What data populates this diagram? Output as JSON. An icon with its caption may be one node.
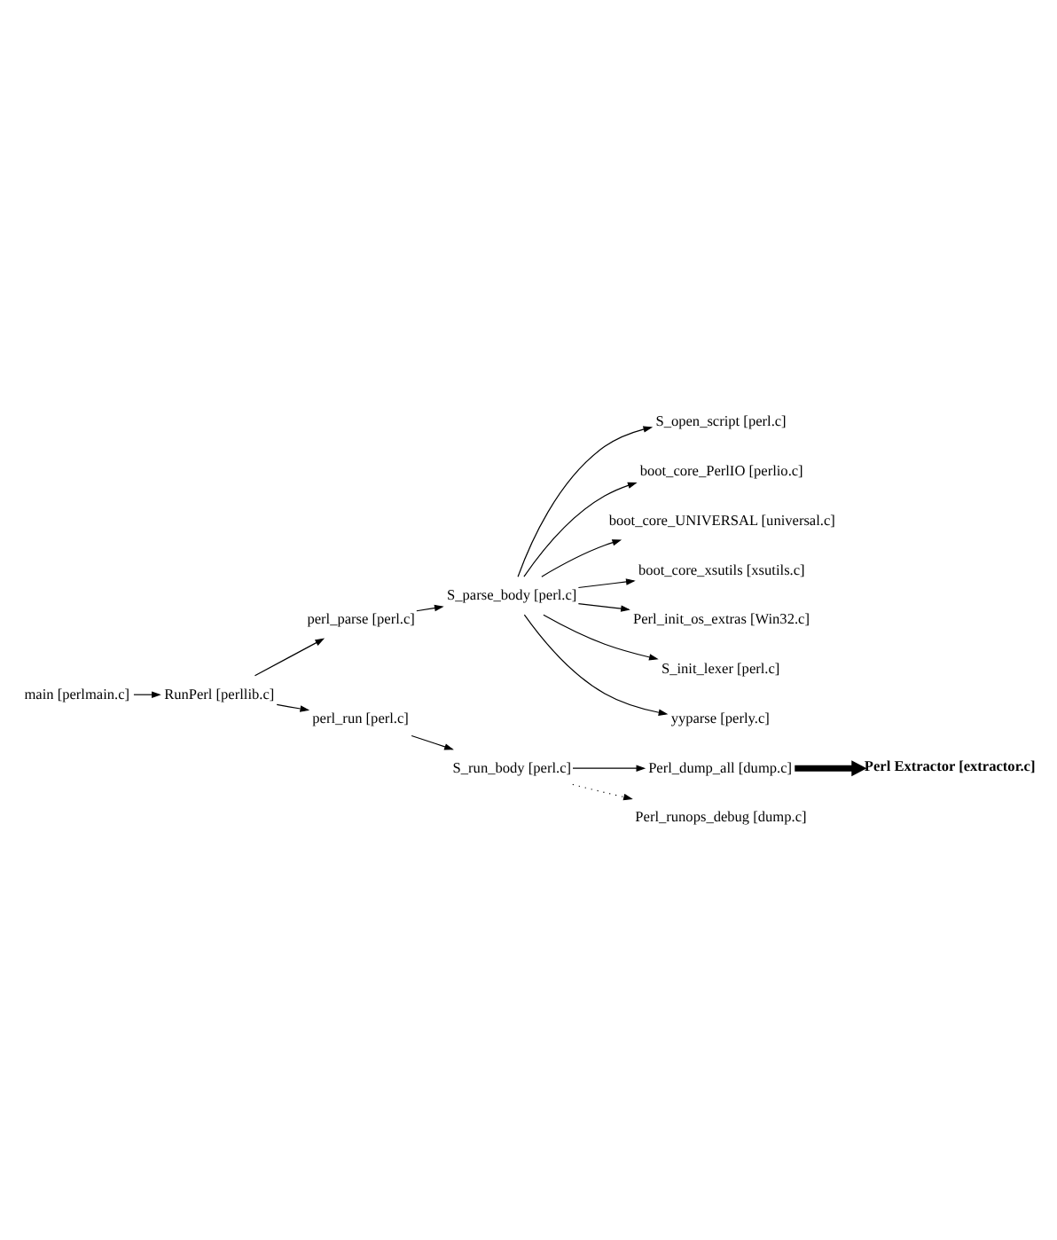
{
  "diagram": {
    "nodes": [
      {
        "text": [
          "main [perlmain.c]"
        ]
      },
      {
        "text": [
          "RunPerl [perllib.c]"
        ]
      },
      {
        "text": [
          "perl_parse [perl.c]"
        ]
      },
      {
        "text": [
          "S_parse_body [perl.c]"
        ]
      },
      {
        "text": [
          "S_open_script [perl.c]"
        ]
      },
      {
        "text": [
          "boot_core_PerlIO [perlio.c]"
        ]
      },
      {
        "text": [
          "boot_core_UNIVERSAL [universal.c]"
        ]
      },
      {
        "text": [
          "boot_core_xsutils [xsutils.c]"
        ]
      },
      {
        "text": [
          "Perl_init_os_extras [Win32.c]"
        ]
      },
      {
        "text": [
          "S_init_lexer [perl.c]"
        ]
      },
      {
        "text": [
          "yyparse [perly.c]"
        ]
      },
      {
        "text": [
          "perl_run [perl.c]"
        ]
      },
      {
        "text": [
          "S_run_body [perl.c]"
        ]
      },
      {
        "text": [
          "Perl_dump_all [dump.c]"
        ]
      },
      {
        "text": [
          "Perl Extractor [extractor.c]"
        ]
      },
      {
        "text": [
          "Perl_runops_debug [dump.c]"
        ]
      }
    ],
    "edges": [
      {
        "from": 0,
        "to": 1,
        "arrow": "to"
      },
      {
        "from": 1,
        "to": 2,
        "arrow": "to"
      },
      {
        "from": 2,
        "to": 3,
        "arrow": "to"
      },
      {
        "from": 3,
        "to": 4,
        "arrow": "to"
      },
      {
        "from": 3,
        "to": 5,
        "arrow": "to"
      },
      {
        "from": 3,
        "to": 6,
        "arrow": "to"
      },
      {
        "from": 3,
        "to": 7,
        "arrow": "to"
      },
      {
        "from": 3,
        "to": 8,
        "arrow": "to"
      },
      {
        "from": 3,
        "to": 9,
        "arrow": "to"
      },
      {
        "from": 3,
        "to": 10,
        "arrow": "to"
      },
      {
        "from": 1,
        "to": 11,
        "arrow": "to"
      },
      {
        "from": 11,
        "to": 12,
        "arrow": "to"
      },
      {
        "from": 12,
        "to": 13,
        "arrow": "to"
      },
      {
        "from": 13,
        "to": 14,
        "arrow": "to",
        "style": "thick"
      },
      {
        "from": 12,
        "to": 15,
        "arrow": "to",
        "style": "dashed"
      }
    ]
  }
}
